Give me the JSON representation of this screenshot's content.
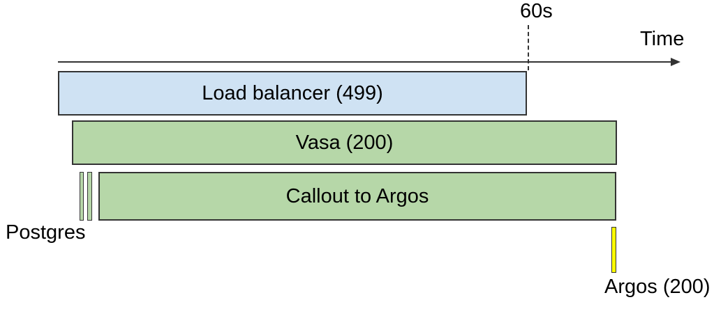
{
  "diagram": {
    "type": "timeline",
    "axis": {
      "label": "Time",
      "tick_label": "60s"
    },
    "bars": [
      {
        "name": "load-balancer",
        "label": "Load balancer (499)",
        "fill": "#cfe2f3"
      },
      {
        "name": "vasa",
        "label": "Vasa (200)",
        "fill": "#b6d7a8"
      },
      {
        "name": "postgres-query-1",
        "label": "",
        "fill": "#b6d7a8"
      },
      {
        "name": "postgres-query-2",
        "label": "",
        "fill": "#b6d7a8"
      },
      {
        "name": "callout-to-argos",
        "label": "Callout to Argos",
        "fill": "#b6d7a8"
      },
      {
        "name": "argos-response",
        "label": "",
        "fill": "#ffff00"
      }
    ],
    "annotations": {
      "postgres": "Postgres",
      "argos": "Argos (200)"
    },
    "colors": {
      "bar_blue": "#cfe2f3",
      "bar_green": "#b6d7a8",
      "bar_yellow": "#ffff00",
      "border": "#333333",
      "axis": "#333333",
      "text": "#000000",
      "background": "#ffffff"
    }
  }
}
